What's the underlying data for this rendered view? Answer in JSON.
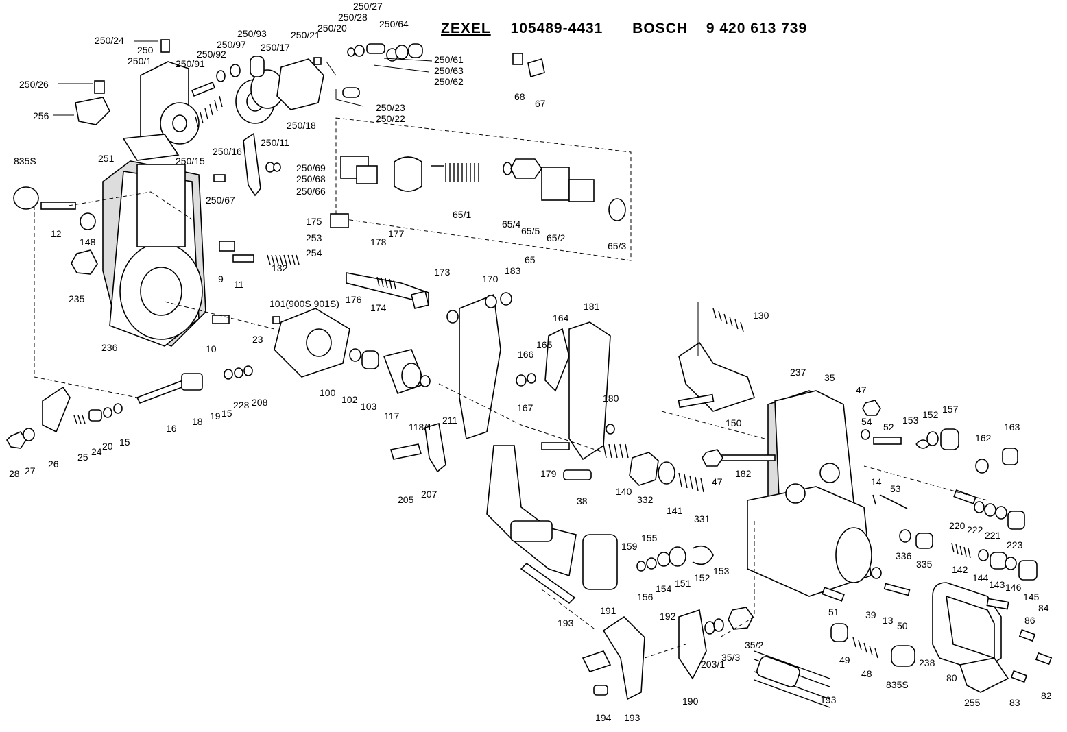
{
  "header": {
    "brand": "ZEXEL",
    "part_number": "105489-4431",
    "maker": "BOSCH",
    "maker_number": "9 420 613 739"
  },
  "labels": [
    {
      "id": "250/27",
      "text": "250/27"
    },
    {
      "id": "250/28",
      "text": "250/28"
    },
    {
      "id": "250/64",
      "text": "250/64"
    },
    {
      "id": "250/21",
      "text": "250/21"
    },
    {
      "id": "250/20",
      "text": "250/20"
    },
    {
      "id": "250/93",
      "text": "250/93"
    },
    {
      "id": "250/24",
      "text": "250/24"
    },
    {
      "id": "250/97",
      "text": "250/97"
    },
    {
      "id": "250/92",
      "text": "250/92"
    },
    {
      "id": "250",
      "text": "250"
    },
    {
      "id": "250/17",
      "text": "250/17"
    },
    {
      "id": "250/1",
      "text": "250/1"
    },
    {
      "id": "250/91",
      "text": "250/91"
    },
    {
      "id": "250/61",
      "text": "250/61"
    },
    {
      "id": "250/63",
      "text": "250/63"
    },
    {
      "id": "250/62",
      "text": "250/62"
    },
    {
      "id": "250/26",
      "text": "250/26"
    },
    {
      "id": "250/23",
      "text": "250/23"
    },
    {
      "id": "250/22",
      "text": "250/22"
    },
    {
      "id": "256",
      "text": "256"
    },
    {
      "id": "250/18",
      "text": "250/18"
    },
    {
      "id": "250/11",
      "text": "250/11"
    },
    {
      "id": "250/16",
      "text": "250/16"
    },
    {
      "id": "251",
      "text": "251"
    },
    {
      "id": "250/15",
      "text": "250/15"
    },
    {
      "id": "835S_a",
      "text": "835S"
    },
    {
      "id": "250/69",
      "text": "250/69"
    },
    {
      "id": "250/68",
      "text": "250/68"
    },
    {
      "id": "250/66",
      "text": "250/66"
    },
    {
      "id": "250/67",
      "text": "250/67"
    },
    {
      "id": "68",
      "text": "68"
    },
    {
      "id": "67",
      "text": "67"
    },
    {
      "id": "65/1",
      "text": "65/1"
    },
    {
      "id": "65/4",
      "text": "65/4"
    },
    {
      "id": "65/5",
      "text": "65/5"
    },
    {
      "id": "65/2",
      "text": "65/2"
    },
    {
      "id": "65/3",
      "text": "65/3"
    },
    {
      "id": "65",
      "text": "65"
    },
    {
      "id": "12",
      "text": "12"
    },
    {
      "id": "148",
      "text": "148"
    },
    {
      "id": "175",
      "text": "175"
    },
    {
      "id": "253",
      "text": "253"
    },
    {
      "id": "254",
      "text": "254"
    },
    {
      "id": "177",
      "text": "177"
    },
    {
      "id": "178",
      "text": "178"
    },
    {
      "id": "9",
      "text": "9"
    },
    {
      "id": "11",
      "text": "11"
    },
    {
      "id": "132",
      "text": "132"
    },
    {
      "id": "235",
      "text": "235"
    },
    {
      "id": "173",
      "text": "173"
    },
    {
      "id": "176",
      "text": "176"
    },
    {
      "id": "174",
      "text": "174"
    },
    {
      "id": "170",
      "text": "170"
    },
    {
      "id": "183",
      "text": "183"
    },
    {
      "id": "101",
      "text": "101(900S 901S)"
    },
    {
      "id": "236",
      "text": "236"
    },
    {
      "id": "10",
      "text": "10"
    },
    {
      "id": "181",
      "text": "181"
    },
    {
      "id": "130",
      "text": "130"
    },
    {
      "id": "164",
      "text": "164"
    },
    {
      "id": "23",
      "text": "23"
    },
    {
      "id": "165",
      "text": "165"
    },
    {
      "id": "166",
      "text": "166"
    },
    {
      "id": "237",
      "text": "237"
    },
    {
      "id": "35",
      "text": "35"
    },
    {
      "id": "47a",
      "text": "47"
    },
    {
      "id": "167",
      "text": "167"
    },
    {
      "id": "180",
      "text": "180"
    },
    {
      "id": "150",
      "text": "150"
    },
    {
      "id": "100",
      "text": "100"
    },
    {
      "id": "102",
      "text": "102"
    },
    {
      "id": "103",
      "text": "103"
    },
    {
      "id": "117",
      "text": "117"
    },
    {
      "id": "15a",
      "text": "15"
    },
    {
      "id": "228",
      "text": "228"
    },
    {
      "id": "208",
      "text": "208"
    },
    {
      "id": "54",
      "text": "54"
    },
    {
      "id": "52",
      "text": "52"
    },
    {
      "id": "153a",
      "text": "153"
    },
    {
      "id": "152a",
      "text": "152"
    },
    {
      "id": "157",
      "text": "157"
    },
    {
      "id": "118/1",
      "text": "118/1"
    },
    {
      "id": "211",
      "text": "211"
    },
    {
      "id": "162",
      "text": "162"
    },
    {
      "id": "163",
      "text": "163"
    },
    {
      "id": "16",
      "text": "16"
    },
    {
      "id": "18",
      "text": "18"
    },
    {
      "id": "19",
      "text": "19"
    },
    {
      "id": "25",
      "text": "25"
    },
    {
      "id": "24",
      "text": "24"
    },
    {
      "id": "20",
      "text": "20"
    },
    {
      "id": "15b",
      "text": "15"
    },
    {
      "id": "26",
      "text": "26"
    },
    {
      "id": "28",
      "text": "28"
    },
    {
      "id": "27",
      "text": "27"
    },
    {
      "id": "182",
      "text": "182"
    },
    {
      "id": "47b",
      "text": "47"
    },
    {
      "id": "179",
      "text": "179"
    },
    {
      "id": "205",
      "text": "205"
    },
    {
      "id": "207",
      "text": "207"
    },
    {
      "id": "38",
      "text": "38"
    },
    {
      "id": "140",
      "text": "140"
    },
    {
      "id": "332",
      "text": "332"
    },
    {
      "id": "141",
      "text": "141"
    },
    {
      "id": "331",
      "text": "331"
    },
    {
      "id": "14",
      "text": "14"
    },
    {
      "id": "53",
      "text": "53"
    },
    {
      "id": "220",
      "text": "220"
    },
    {
      "id": "222",
      "text": "222"
    },
    {
      "id": "221",
      "text": "221"
    },
    {
      "id": "223",
      "text": "223"
    },
    {
      "id": "159",
      "text": "159"
    },
    {
      "id": "155",
      "text": "155"
    },
    {
      "id": "336",
      "text": "336"
    },
    {
      "id": "335",
      "text": "335"
    },
    {
      "id": "142",
      "text": "142"
    },
    {
      "id": "144",
      "text": "144"
    },
    {
      "id": "143",
      "text": "143"
    },
    {
      "id": "146",
      "text": "146"
    },
    {
      "id": "145",
      "text": "145"
    },
    {
      "id": "156",
      "text": "156"
    },
    {
      "id": "154",
      "text": "154"
    },
    {
      "id": "151",
      "text": "151"
    },
    {
      "id": "152b",
      "text": "152"
    },
    {
      "id": "153b",
      "text": "153"
    },
    {
      "id": "191",
      "text": "191"
    },
    {
      "id": "193a",
      "text": "193"
    },
    {
      "id": "51",
      "text": "51"
    },
    {
      "id": "39",
      "text": "39"
    },
    {
      "id": "13",
      "text": "13"
    },
    {
      "id": "50",
      "text": "50"
    },
    {
      "id": "84",
      "text": "84"
    },
    {
      "id": "86",
      "text": "86"
    },
    {
      "id": "192",
      "text": "192"
    },
    {
      "id": "35/2",
      "text": "35/2"
    },
    {
      "id": "35/3",
      "text": "35/3"
    },
    {
      "id": "203/1",
      "text": "203/1"
    },
    {
      "id": "49",
      "text": "49"
    },
    {
      "id": "48",
      "text": "48"
    },
    {
      "id": "238",
      "text": "238"
    },
    {
      "id": "80",
      "text": "80"
    },
    {
      "id": "82",
      "text": "82"
    },
    {
      "id": "835S_b",
      "text": "835S"
    },
    {
      "id": "190",
      "text": "190"
    },
    {
      "id": "193b",
      "text": "193"
    },
    {
      "id": "255",
      "text": "255"
    },
    {
      "id": "83",
      "text": "83"
    },
    {
      "id": "194",
      "text": "194"
    },
    {
      "id": "193c",
      "text": "193"
    }
  ]
}
